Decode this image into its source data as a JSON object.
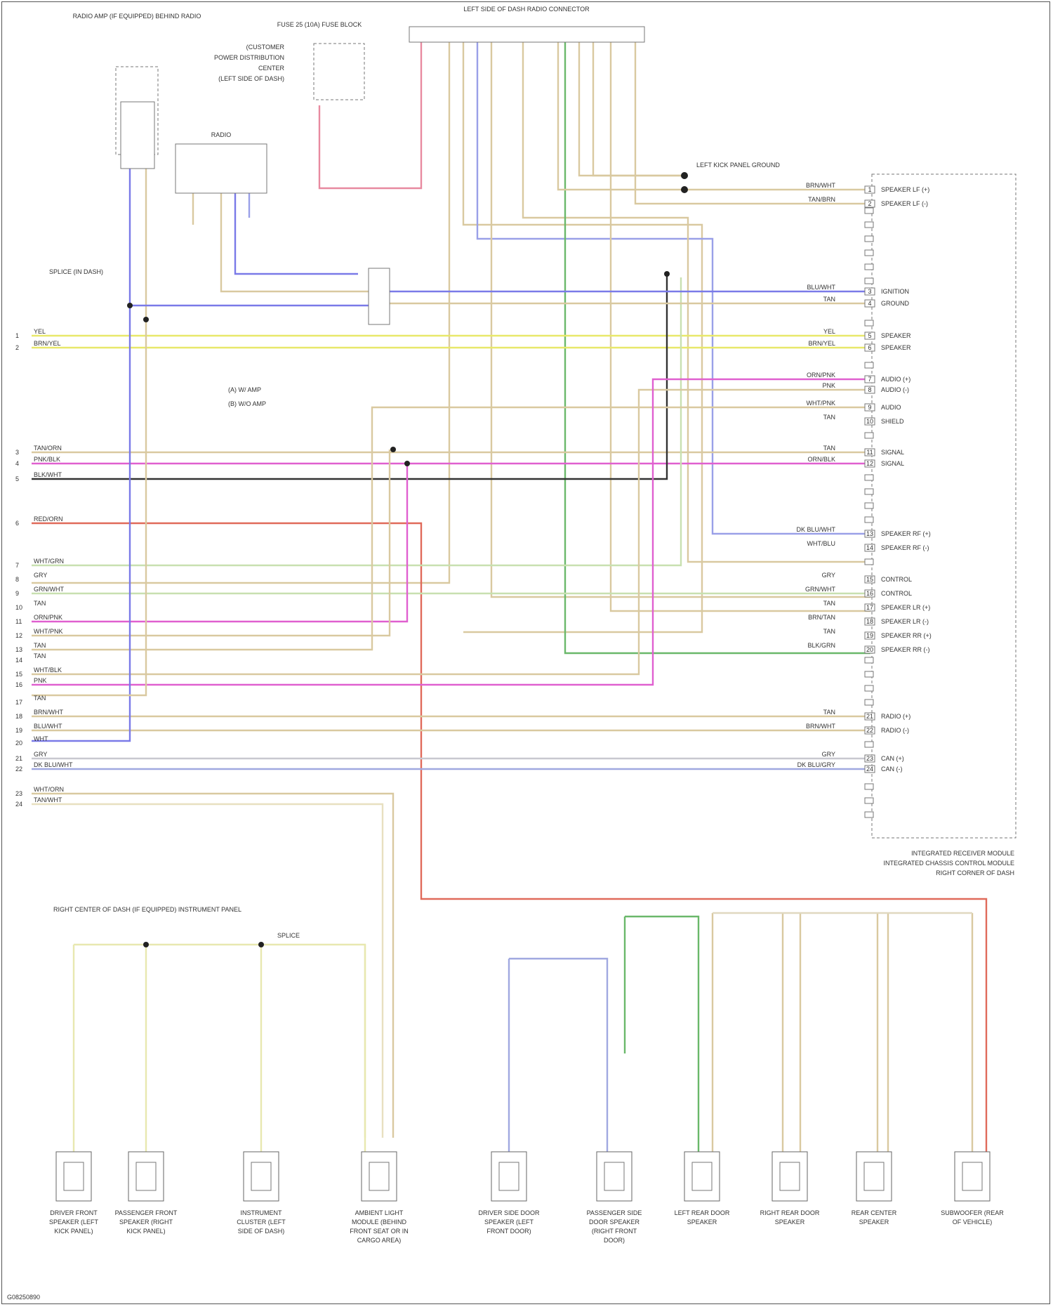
{
  "module": {
    "name": "INTEGRATED CHASSIS CONTROL MODULE",
    "location": "RIGHT CORNER OF DASH",
    "label": "INTEGRATED RECEIVER MODULE"
  },
  "top_labels": {
    "amp": "RADIO AMP (IF EQUIPPED) BEHIND RADIO",
    "fuse": "FUSE 25 (10A) FUSE BLOCK",
    "fuse_lines": [
      "(CUSTOMER",
      "POWER DISTRIBUTION",
      "CENTER",
      "(LEFT SIDE OF DASH)"
    ],
    "radio": "LEFT SIDE OF DASH RADIO CONNECTOR",
    "mid_connector": "RADIO",
    "splice": "SPLICE (IN DASH)",
    "ground": "LEFT KICK PANEL GROUND",
    "legend_a": "(A) W/ AMP",
    "legend_b": "(B) W/O AMP"
  },
  "left_wires": [
    {
      "n": "1",
      "c": "YEL"
    },
    {
      "n": "2",
      "c": "BRN/YEL"
    },
    {
      "n": "3",
      "c": "TAN/ORN"
    },
    {
      "n": "4",
      "c": "PNK/BLK"
    },
    {
      "n": "5",
      "c": "BLK/WHT"
    },
    {
      "n": "6",
      "c": "RED/ORN"
    },
    {
      "n": "7",
      "c": "WHT/GRN"
    },
    {
      "n": "8",
      "c": "GRY"
    },
    {
      "n": "9",
      "c": "GRN/WHT"
    },
    {
      "n": "10",
      "c": "TAN"
    },
    {
      "n": "11",
      "c": "ORN/PNK"
    },
    {
      "n": "12",
      "c": "WHT/PNK"
    },
    {
      "n": "13",
      "c": "TAN"
    },
    {
      "n": "14",
      "c": "TAN"
    },
    {
      "n": "15",
      "c": "WHT/BLK"
    },
    {
      "n": "16",
      "c": "PNK"
    },
    {
      "n": "17",
      "c": "TAN"
    },
    {
      "n": "18",
      "c": "BRN/WHT"
    },
    {
      "n": "19",
      "c": "BLU/WHT"
    },
    {
      "n": "20",
      "c": "WHT"
    },
    {
      "n": "21",
      "c": "GRY"
    },
    {
      "n": "22",
      "c": "DK BLU/WHT"
    },
    {
      "n": "23",
      "c": "WHT/ORN"
    },
    {
      "n": "24",
      "c": "TAN/WHT"
    }
  ],
  "right_pins": [
    {
      "p": "1",
      "c": "BRN/WHT",
      "f": "SPEAKER LF (+)"
    },
    {
      "p": "2",
      "c": "TAN/BRN",
      "f": "SPEAKER LF (-)"
    },
    {
      "p": "3",
      "c": "BLU/WHT",
      "f": "IGNITION"
    },
    {
      "p": "4",
      "c": "TAN",
      "f": "GROUND"
    },
    {
      "p": "5",
      "c": "YEL",
      "f": "SPEAKER"
    },
    {
      "p": "6",
      "c": "BRN/YEL",
      "f": "SPEAKER"
    },
    {
      "p": "7",
      "c": "ORN/PNK",
      "f": "AUDIO (+)"
    },
    {
      "p": "8",
      "c": "PNK",
      "f": "AUDIO (-)"
    },
    {
      "p": "9",
      "c": "WHT/PNK",
      "f": "AUDIO"
    },
    {
      "p": "10",
      "c": "TAN",
      "f": "SHIELD"
    },
    {
      "p": "11",
      "c": "TAN",
      "f": "SIGNAL"
    },
    {
      "p": "12",
      "c": "ORN/BLK",
      "f": "SIGNAL"
    },
    {
      "p": "13",
      "c": "DK BLU/WHT",
      "f": "SPEAKER RF (+)"
    },
    {
      "p": "14",
      "c": "WHT/BLU",
      "f": "SPEAKER RF (-)"
    },
    {
      "p": "15",
      "c": "GRY",
      "f": "CONTROL"
    },
    {
      "p": "16",
      "c": "GRN/WHT",
      "f": "CONTROL"
    },
    {
      "p": "17",
      "c": "TAN",
      "f": "SPEAKER LR (+)"
    },
    {
      "p": "18",
      "c": "BRN/TAN",
      "f": "SPEAKER LR (-)"
    },
    {
      "p": "19",
      "c": "TAN",
      "f": "SPEAKER RR (+)"
    },
    {
      "p": "20",
      "c": "BLK/GRN",
      "f": "SPEAKER RR (-)"
    },
    {
      "p": "21",
      "c": "TAN",
      "f": "RADIO (+)"
    },
    {
      "p": "22",
      "c": "BRN/WHT",
      "f": "RADIO (-)"
    },
    {
      "p": "23",
      "c": "GRY",
      "f": "CAN (+)"
    },
    {
      "p": "24",
      "c": "DK BLU/GRY",
      "f": "CAN (-)"
    }
  ],
  "bottom_left_header": "RIGHT CENTER OF DASH (IF EQUIPPED) INSTRUMENT PANEL",
  "bottom_left_splice": "SPLICE",
  "bottom_components": [
    {
      "name": "DRIVER FRONT SPEAKER (LEFT KICK PANEL)"
    },
    {
      "name": "PASSENGER FRONT SPEAKER (RIGHT KICK PANEL)"
    },
    {
      "name": "INSTRUMENT CLUSTER (LEFT SIDE OF DASH)"
    },
    {
      "name": "AMBIENT LIGHT MODULE (BEHIND FRONT SEAT OR IN CARGO AREA)"
    },
    {
      "name": "DRIVER SIDE DOOR SPEAKER (LEFT FRONT DOOR)"
    },
    {
      "name": "PASSENGER SIDE DOOR SPEAKER (RIGHT FRONT DOOR)"
    },
    {
      "name": "LEFT REAR DOOR SPEAKER"
    },
    {
      "name": "RIGHT REAR DOOR SPEAKER"
    },
    {
      "name": "REAR CENTER SPEAKER"
    },
    {
      "name": "SUBWOOFER (REAR OF VEHICLE)"
    }
  ],
  "footer": "G08250890",
  "colors": {
    "yellow": "#e8e86a",
    "tan": "#d9c9a0",
    "pink": "#e060d0",
    "black": "#333333",
    "red": "#e06a5a",
    "blue": "#7a7ae8",
    "green": "#6ab86a",
    "lightgreen": "#c8e0b0",
    "gray": "#b8b8c8"
  }
}
